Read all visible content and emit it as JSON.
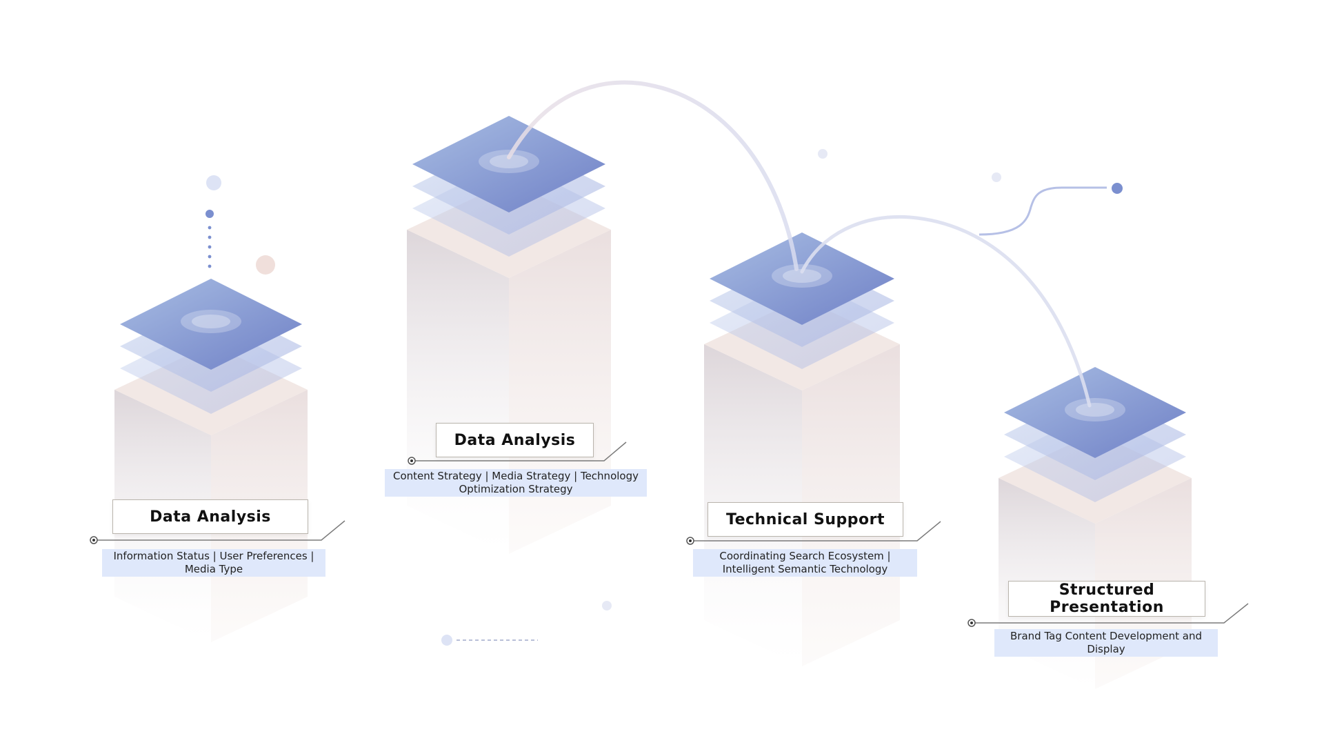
{
  "colors": {
    "accent": "#7b8fcf",
    "label_bg": "#dfe8fb",
    "connector": "#7a7a7a"
  },
  "nodes": [
    {
      "title": "Data Analysis",
      "description": "Information Status | User Preferences | Media Type"
    },
    {
      "title": "Data Analysis",
      "description": "Content Strategy | Media Strategy | Technology Optimization Strategy"
    },
    {
      "title": "Technical Support",
      "description": "Coordinating Search Ecosystem | Intelligent Semantic Technology"
    },
    {
      "title": "Structured Presentation",
      "description": "Brand Tag Content Development and Display"
    }
  ]
}
